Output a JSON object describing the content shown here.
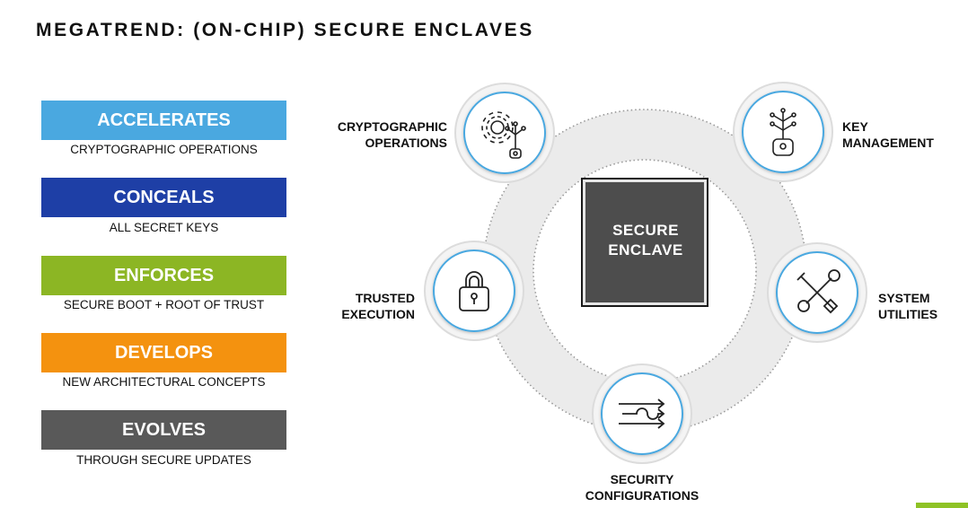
{
  "title": "MEGATREND: (ON-CHIP) SECURE ENCLAVES",
  "pillars": [
    {
      "label": "ACCELERATES",
      "sub": "CRYPTOGRAPHIC OPERATIONS",
      "color": "#4aa8e0"
    },
    {
      "label": "CONCEALS",
      "sub": "ALL SECRET KEYS",
      "color": "#1e3fa6"
    },
    {
      "label": "ENFORCES",
      "sub": "SECURE BOOT + ROOT OF TRUST",
      "color": "#8cb624"
    },
    {
      "label": "DEVELOPS",
      "sub": "NEW ARCHITECTURAL CONCEPTS",
      "color": "#f4920f"
    },
    {
      "label": "EVOLVES",
      "sub": "THROUGH SECURE UPDATES",
      "color": "#595959"
    }
  ],
  "center": {
    "line1": "SECURE",
    "line2": "ENCLAVE",
    "chip_color": "#4d4d4d"
  },
  "features": {
    "crypto": {
      "line1": "CRYPTOGRAPHIC",
      "line2": "OPERATIONS",
      "icon": "gear-and-key-icon"
    },
    "key": {
      "line1": "KEY",
      "line2": "MANAGEMENT",
      "icon": "key-icon"
    },
    "trusted": {
      "line1": "TRUSTED",
      "line2": "EXECUTION",
      "icon": "padlock-icon"
    },
    "system": {
      "line1": "SYSTEM",
      "line2": "UTILITIES",
      "icon": "wrench-screwdriver-icon"
    },
    "security": {
      "line1": "SECURITY",
      "line2": "CONFIGURATIONS",
      "icon": "crossing-arrows-icon"
    }
  },
  "colors": {
    "icon_ring": "#4aa8e0",
    "accent_green": "#8ec225",
    "ring_gray": "#ebebeb"
  }
}
